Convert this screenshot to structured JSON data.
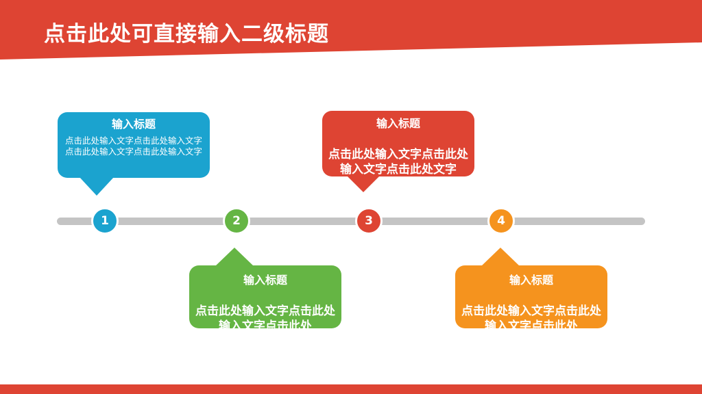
{
  "header": {
    "title": "点击此处可直接输入二级标题"
  },
  "colors": {
    "header_red": "#DE4433",
    "blue": "#1BA3CF",
    "green": "#65B544",
    "red": "#DE4433",
    "orange": "#F5931E",
    "track_gray": "#C4C4C4"
  },
  "timeline": {
    "nodes": [
      {
        "label": "1"
      },
      {
        "label": "2"
      },
      {
        "label": "3"
      },
      {
        "label": "4"
      }
    ],
    "callouts": [
      {
        "title": "输入标题",
        "body": "点击此处输入文字点击此处输入文字点击此处输入文字点击此处输入文字"
      },
      {
        "title": "输入标题",
        "body": "点击此处输入文字点击此处输入文字点击此处"
      },
      {
        "title": "输入标题",
        "body": "点击此处输入文字点击此处输入文字点击此处文字"
      },
      {
        "title": "输入标题",
        "body": "点击此处输入文字点击此处输入文字点击此处"
      }
    ]
  }
}
